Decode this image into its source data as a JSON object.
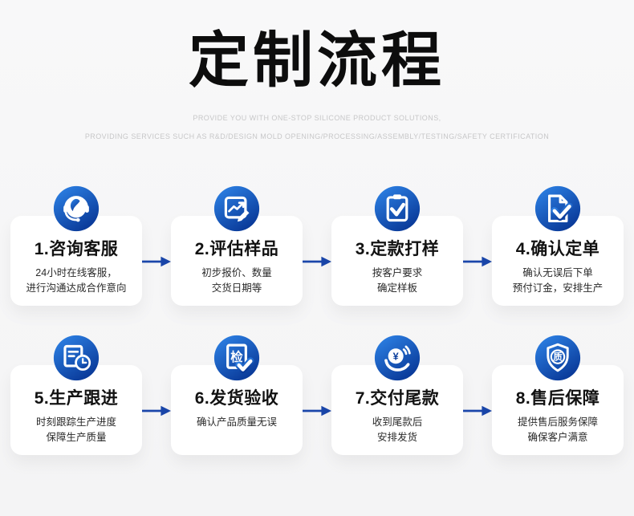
{
  "header": {
    "title": "定制流程",
    "subtitle_line1": "PROVIDE YOU WITH ONE-STOP SILICONE PRODUCT SOLUTIONS,",
    "subtitle_line2": "PROVIDING SERVICES SUCH AS R&D/DESIGN MOLD OPENING/PROCESSING/ASSEMBLY/TESTING/SAFETY CERTIFICATION"
  },
  "colors": {
    "page_background": "#f5f5f6",
    "card_background": "#ffffff",
    "title_text": "#0d0d0d",
    "subtitle_text": "#c7c7c8",
    "icon_gradient_top": "#2f86ea",
    "icon_gradient_bottom": "#0a3a99",
    "arrow_blue": "#1a46aa"
  },
  "steps": [
    {
      "icon": "headset-icon",
      "title": "1.咨询客服",
      "desc_line1": "24小时在线客服，",
      "desc_line2": "进行沟通达成合作意向"
    },
    {
      "icon": "chart-pencil-icon",
      "title": "2.评估样品",
      "desc_line1": "初步报价、数量",
      "desc_line2": "交货日期等"
    },
    {
      "icon": "clipboard-check-icon",
      "title": "3.定款打样",
      "desc_line1": "按客户要求",
      "desc_line2": "确定样板"
    },
    {
      "icon": "document-check-icon",
      "title": "4.确认定单",
      "desc_line1": "确认无误后下单",
      "desc_line2": "预付订金，安排生产"
    },
    {
      "icon": "document-clock-icon",
      "title": "5.生产跟进",
      "desc_line1": "时刻跟踪生产进度",
      "desc_line2": "保障生产质量"
    },
    {
      "icon": "inspect-check-icon",
      "title": "6.发货验收",
      "desc_line1": "确认产品质量无误",
      "desc_line2": ""
    },
    {
      "icon": "payment-hand-icon",
      "title": "7.交付尾款",
      "desc_line1": "收到尾款后",
      "desc_line2": "安排发货"
    },
    {
      "icon": "quality-shield-icon",
      "title": "8.售后保障",
      "desc_line1": "提供售后服务保障",
      "desc_line2": "确保客户满意"
    }
  ],
  "icon_glyphs": {
    "inspect_char": "检",
    "quality_char": "质",
    "currency_symbol": "¥"
  }
}
